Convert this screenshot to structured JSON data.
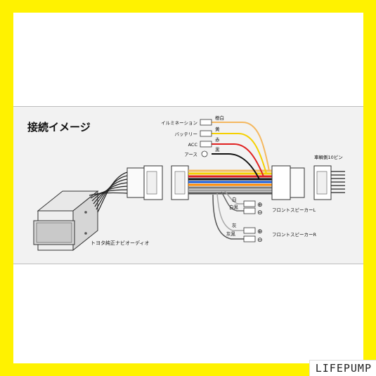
{
  "colors": {
    "frame": "#fff200",
    "panel": "#f2f2f2"
  },
  "diagram": {
    "title": "接続イメージ",
    "wire_labels": [
      {
        "name": "イルミネーション",
        "color_label": "橙白",
        "wire_color": "#f4b860"
      },
      {
        "name": "バッテリー",
        "color_label": "黄",
        "wire_color": "#f5d000"
      },
      {
        "name": "ACC",
        "color_label": "赤",
        "wire_color": "#e02020"
      },
      {
        "name": "アース",
        "color_label": "黒",
        "wire_color": "#111111"
      }
    ],
    "vehicle_side_label": "車輌側10ピン",
    "speaker_left_label": "フロントスピーカーL",
    "speaker_right_label": "フロントスピーカーR",
    "speaker_wires": [
      "白",
      "白黒",
      "灰",
      "灰黒"
    ],
    "plus_symbol": "⊕",
    "minus_symbol": "⊖",
    "navi_label": "トヨタ純正ナビオーディオ"
  },
  "brand": "LIFEPUMP"
}
